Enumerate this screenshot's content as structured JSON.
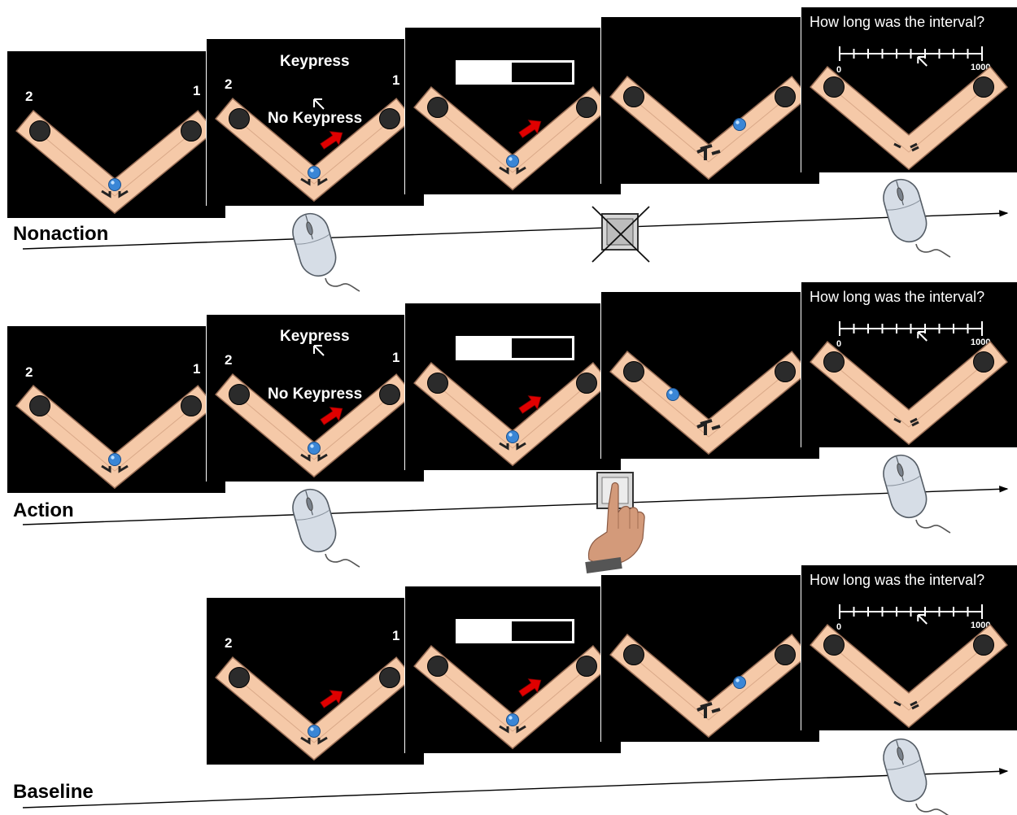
{
  "rows": [
    {
      "label": "Nonaction",
      "event": "no-keypress"
    },
    {
      "label": "Action",
      "event": "keypress"
    },
    {
      "label": "Baseline",
      "event": "none"
    }
  ],
  "screens": {
    "start_numbers": {
      "left": "2",
      "right": "1"
    },
    "choice": {
      "numbers": {
        "left": "2",
        "right": "1"
      },
      "option_top": "Keypress",
      "option_bottom": "No Keypress"
    },
    "delay_progress_fraction": 0.47,
    "judgement": {
      "question": "How long was the interval?",
      "scale_min": "0",
      "scale_max": "1000",
      "cursor_fraction": 0.55
    }
  },
  "colors": {
    "track": "#f5c9a8",
    "ball": "#3a86d6",
    "arrow": "#e00000",
    "hole": "#2b2b2b",
    "screen": "#000000"
  },
  "icons": [
    "mouse-icon",
    "hand-icon",
    "keypress-button-icon",
    "cross-icon"
  ]
}
